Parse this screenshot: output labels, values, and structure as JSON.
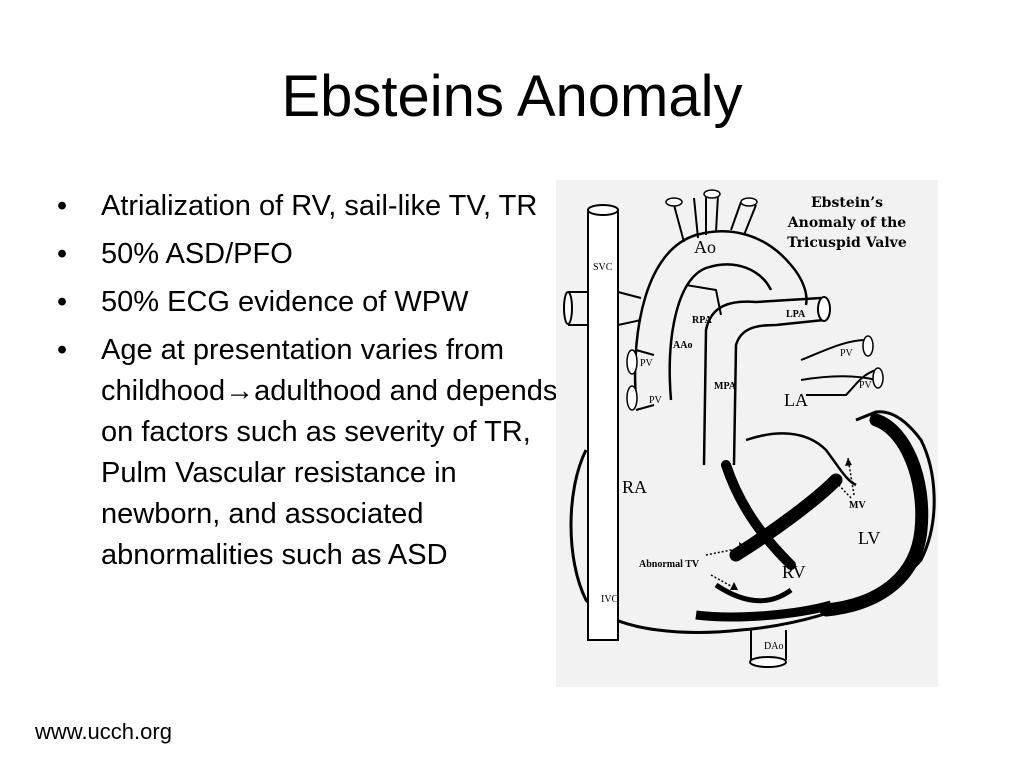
{
  "slide": {
    "title": "Ebsteins Anomaly",
    "bullets": [
      "Atrialization of RV, sail-like TV, TR",
      "50% ASD/PFO",
      "50% ECG evidence of WPW"
    ],
    "bullet4_part1": "Age at presentation varies from childhood",
    "bullet4_arrow": "→",
    "bullet4_part2": "adulthood and depends on factors such as severity of TR, Pulm Vascular resistance in newborn, and associated abnormalities such as ASD",
    "footer": "www.ucch.org"
  },
  "figure": {
    "title_line1": "Ebstein’s",
    "title_line2": "Anomaly of the",
    "title_line3": "Tricuspid Valve",
    "labels": {
      "ao": "Ao",
      "svc": "SVC",
      "rpa": "RPA",
      "lpa": "LPA",
      "aao": "AAo",
      "pv1": "PV",
      "pv2": "PV",
      "pv3": "PV",
      "pv4": "PV",
      "mpa": "MPA",
      "la": "LA",
      "ra": "RA",
      "mv": "MV",
      "lv": "LV",
      "abnormal_tv": "Abnormal TV",
      "rv": "RV",
      "ivc": "IVC",
      "dao": "DAo"
    }
  }
}
